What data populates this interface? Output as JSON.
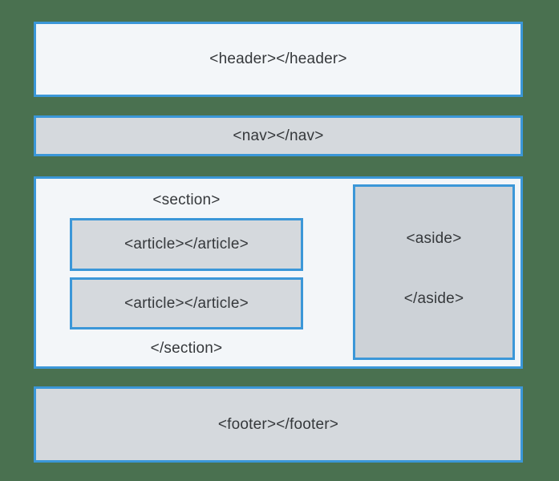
{
  "colors": {
    "background": "#4a7150",
    "border": "#3b97d8",
    "light_box_fill": "#f3f6f9",
    "gray_box_fill": "#d5d9dd",
    "aside_fill": "#cdd2d7",
    "text": "#35383b"
  },
  "boxes": {
    "header": {
      "label": "<header></header>"
    },
    "nav": {
      "label": "<nav></nav>"
    },
    "section": {
      "open_label": "<section>",
      "close_label": "</section>"
    },
    "articles": [
      {
        "label": "<article></article>"
      },
      {
        "label": "<article></article>"
      }
    ],
    "aside": {
      "open_label": "<aside>",
      "close_label": "</aside>"
    },
    "footer": {
      "label": "<footer></footer>"
    }
  }
}
